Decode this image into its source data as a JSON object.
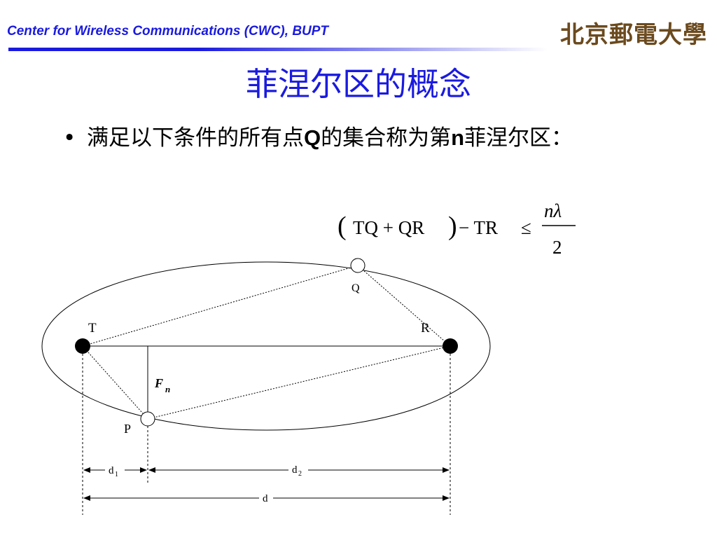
{
  "header": {
    "org": "Center for Wireless Communications (CWC), BUPT",
    "logo_text": "北京郵電大學"
  },
  "slide": {
    "title": "菲涅尔区的概念",
    "bullet": {
      "marker": "•",
      "part1": "满足以下条件的所有点",
      "q": "Q",
      "part2": "的集合称为第",
      "n": "n",
      "part3": "菲涅尔区："
    }
  },
  "formula": {
    "lhs": "TQ + QR",
    "minus_term": "− TR",
    "relation": "≤",
    "numerator": "nλ",
    "denominator": "2"
  },
  "diagram": {
    "labels": {
      "T": "T",
      "R": "R",
      "Q": "Q",
      "P": "P",
      "Fn_main": "F",
      "Fn_sub": "n",
      "d1_main": "d",
      "d1_sub": "1",
      "d2_main": "d",
      "d2_sub": "2",
      "d": "d"
    }
  }
}
